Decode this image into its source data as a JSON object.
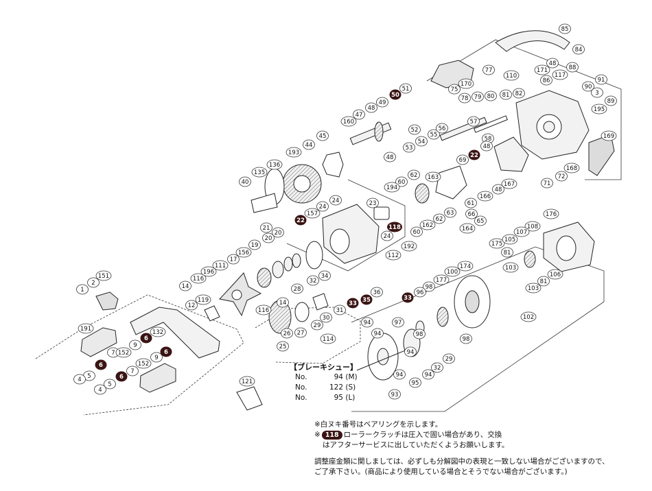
{
  "callouts": [
    {
      "n": "85"
    },
    {
      "n": "84"
    },
    {
      "n": "48"
    },
    {
      "n": "77"
    },
    {
      "n": "110"
    },
    {
      "n": "171"
    },
    {
      "n": "88"
    },
    {
      "n": "117"
    },
    {
      "n": "86"
    },
    {
      "n": "91"
    },
    {
      "n": "90"
    },
    {
      "n": "3"
    },
    {
      "n": "170"
    },
    {
      "n": "81"
    },
    {
      "n": "82"
    },
    {
      "n": "75"
    },
    {
      "n": "79"
    },
    {
      "n": "80"
    },
    {
      "n": "78"
    },
    {
      "n": "89"
    },
    {
      "n": "195"
    },
    {
      "n": "169"
    },
    {
      "n": "51"
    },
    {
      "n": "49"
    },
    {
      "n": "48"
    },
    {
      "n": "47"
    },
    {
      "n": "160"
    },
    {
      "n": "57"
    },
    {
      "n": "52"
    },
    {
      "n": "55"
    },
    {
      "n": "56"
    },
    {
      "n": "54"
    },
    {
      "n": "53"
    },
    {
      "n": "58"
    },
    {
      "n": "48"
    },
    {
      "n": "45"
    },
    {
      "n": "44"
    },
    {
      "n": "193"
    },
    {
      "n": "136"
    },
    {
      "n": "135"
    },
    {
      "n": "40"
    },
    {
      "n": "69"
    },
    {
      "n": "48"
    },
    {
      "n": "168"
    },
    {
      "n": "72"
    },
    {
      "n": "71"
    },
    {
      "n": "167"
    },
    {
      "n": "62"
    },
    {
      "n": "60"
    },
    {
      "n": "163"
    },
    {
      "n": "194"
    },
    {
      "n": "48"
    },
    {
      "n": "166"
    },
    {
      "n": "61"
    },
    {
      "n": "65"
    },
    {
      "n": "162"
    },
    {
      "n": "62"
    },
    {
      "n": "63"
    },
    {
      "n": "60"
    },
    {
      "n": "164"
    },
    {
      "n": "66"
    },
    {
      "n": "24"
    },
    {
      "n": "24"
    },
    {
      "n": "21"
    },
    {
      "n": "157"
    },
    {
      "n": "23"
    },
    {
      "n": "24"
    },
    {
      "n": "192"
    },
    {
      "n": "112"
    },
    {
      "n": "20"
    },
    {
      "n": "20"
    },
    {
      "n": "19"
    },
    {
      "n": "156"
    },
    {
      "n": "17"
    },
    {
      "n": "111"
    },
    {
      "n": "196"
    },
    {
      "n": "116"
    },
    {
      "n": "14"
    },
    {
      "n": "12"
    },
    {
      "n": "119"
    },
    {
      "n": "34"
    },
    {
      "n": "32"
    },
    {
      "n": "36"
    },
    {
      "n": "28"
    },
    {
      "n": "14"
    },
    {
      "n": "116"
    },
    {
      "n": "26"
    },
    {
      "n": "27"
    },
    {
      "n": "29"
    },
    {
      "n": "30"
    },
    {
      "n": "31"
    },
    {
      "n": "25"
    },
    {
      "n": "114"
    },
    {
      "n": "176"
    },
    {
      "n": "108"
    },
    {
      "n": "107"
    },
    {
      "n": "175"
    },
    {
      "n": "105"
    },
    {
      "n": "81"
    },
    {
      "n": "174"
    },
    {
      "n": "103"
    },
    {
      "n": "100"
    },
    {
      "n": "177"
    },
    {
      "n": "98"
    },
    {
      "n": "96"
    },
    {
      "n": "106"
    },
    {
      "n": "81"
    },
    {
      "n": "103"
    },
    {
      "n": "102"
    },
    {
      "n": "94"
    },
    {
      "n": "94"
    },
    {
      "n": "97"
    },
    {
      "n": "98"
    },
    {
      "n": "98"
    },
    {
      "n": "29"
    },
    {
      "n": "94"
    },
    {
      "n": "32"
    },
    {
      "n": "94"
    },
    {
      "n": "95"
    },
    {
      "n": "94"
    },
    {
      "n": "93"
    },
    {
      "n": "1"
    },
    {
      "n": "2"
    },
    {
      "n": "151"
    },
    {
      "n": "191"
    },
    {
      "n": "132"
    },
    {
      "n": "9"
    },
    {
      "n": "7"
    },
    {
      "n": "152"
    },
    {
      "n": "5"
    },
    {
      "n": "4"
    },
    {
      "n": "9"
    },
    {
      "n": "7"
    },
    {
      "n": "152"
    },
    {
      "n": "5"
    },
    {
      "n": "4"
    },
    {
      "n": "121"
    }
  ],
  "badges": [
    {
      "n": "50"
    },
    {
      "n": "22"
    },
    {
      "n": "22"
    },
    {
      "n": "118"
    },
    {
      "n": "35"
    },
    {
      "n": "33"
    },
    {
      "n": "33"
    },
    {
      "n": "6"
    },
    {
      "n": "6"
    },
    {
      "n": "6"
    },
    {
      "n": "6"
    }
  ],
  "legend": {
    "title": "【ブレーキシュー】",
    "rows": [
      {
        "label": "No.",
        "num": "94",
        "size": "(M)"
      },
      {
        "label": "No.",
        "num": "122",
        "size": "(S)"
      },
      {
        "label": "No.",
        "num": "95",
        "size": "(L)"
      }
    ]
  },
  "notes": {
    "line1": "※白ヌキ番号はベアリングを示します。",
    "line2_prefix": "※",
    "line2_badge": "118",
    "line2_text": "ローラークラッチは圧入で固い場合があり、交換",
    "line3": "はアフターサービスに出していただくようお願いします。",
    "line4": "調整座金類に関しましては、必ずしも分解図中の表現と一致しない場合がございますので、",
    "line5": "ご了承下さい。(商品により使用している場合とそうでない場合がございます。)"
  },
  "colors": {
    "ink": "#222222",
    "badge": "#3a1414",
    "paper": "#ffffff",
    "part_fill": "#f2f2f2",
    "shade": "#bdbdbd"
  }
}
